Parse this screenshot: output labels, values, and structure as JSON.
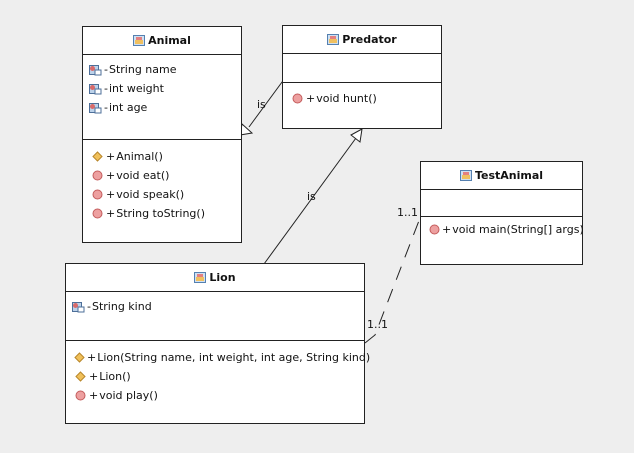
{
  "classes": {
    "animal": {
      "name": "Animal",
      "attributes": [
        {
          "vis": "-",
          "text": "String name"
        },
        {
          "vis": "-",
          "text": "int weight"
        },
        {
          "vis": "-",
          "text": "int age"
        }
      ],
      "methods": [
        {
          "vis": "+",
          "text": "Animal()",
          "kind": "constructor"
        },
        {
          "vis": "+",
          "text": "void eat()",
          "kind": "method"
        },
        {
          "vis": "+",
          "text": "void speak()",
          "kind": "method"
        },
        {
          "vis": "+",
          "text": "String toString()",
          "kind": "method"
        }
      ]
    },
    "predator": {
      "name": "Predator",
      "attributes": [],
      "methods": [
        {
          "vis": "+",
          "text": "void hunt()",
          "kind": "method"
        }
      ]
    },
    "testanimal": {
      "name": "TestAnimal",
      "attributes": [],
      "methods": [
        {
          "vis": "+",
          "text": "void main(String[] args)",
          "kind": "method"
        }
      ]
    },
    "lion": {
      "name": "Lion",
      "attributes": [
        {
          "vis": "-",
          "text": "String kind"
        }
      ],
      "methods": [
        {
          "vis": "+",
          "text": "Lion(String name, int weight, int age, String kind)",
          "kind": "constructor"
        },
        {
          "vis": "+",
          "text": "Lion()",
          "kind": "constructor"
        },
        {
          "vis": "+",
          "text": "void play()",
          "kind": "method"
        }
      ]
    }
  },
  "relations": {
    "predator_animal_label": "is",
    "lion_predator_label": "is",
    "association_multiplicity_testanimal": "1..1",
    "association_multiplicity_lion": "1..1"
  },
  "colors": {
    "background": "#eeeeee",
    "box_fill": "#ffffff",
    "line": "#222222",
    "method_icon": "#e07a7a",
    "constructor_icon": "#e8b04a"
  },
  "icons": {
    "class_header": "class-icon",
    "attribute": "field-icon",
    "method": "method-icon",
    "constructor": "constructor-icon"
  }
}
